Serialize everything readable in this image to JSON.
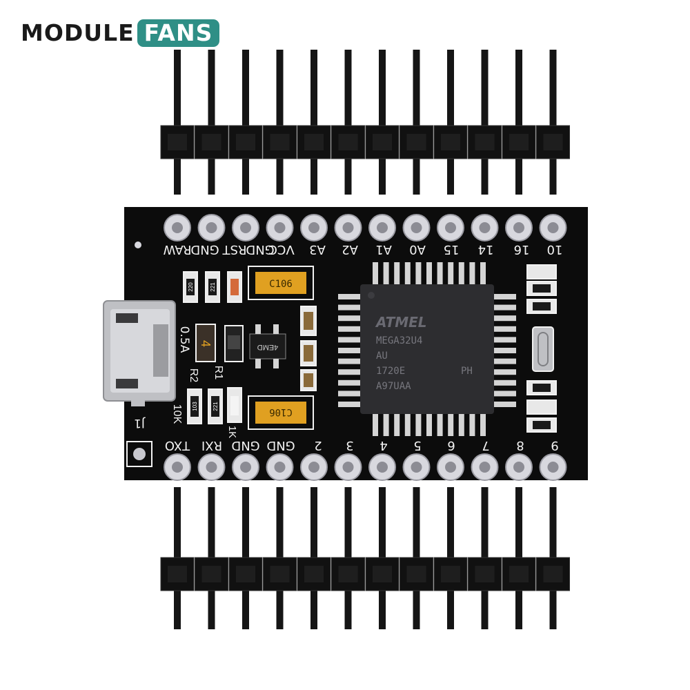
{
  "logo": {
    "word1": "MODULE",
    "word2": "FANS"
  },
  "colors": {
    "board": "#0c0c0c",
    "pad_ring": "#d8d8de",
    "silkscreen": "#f2f2f2",
    "header": "#111111",
    "pin": "#151515",
    "chip": "#2d2d30",
    "chip_lead": "#d4d4d4",
    "capacitor": "#e0a021",
    "usb": "#bfc0c4",
    "logo_teal": "#2f8f86"
  },
  "header_pin_count": 12,
  "top_labels": [
    "RAW",
    "GND",
    "RST",
    "GND",
    "VCC",
    "A3",
    "A2",
    "A1",
    "A0",
    "15",
    "14",
    "16",
    "10"
  ],
  "bottom_labels": [
    "TXO",
    "RXI",
    "GND",
    "GND",
    "2",
    "3",
    "4",
    "5",
    "6",
    "7",
    "8",
    "9"
  ],
  "chip": {
    "brand": "ATMEL",
    "lines": [
      "MEGA32U4",
      "AU",
      "1720E",
      "A97UAA"
    ],
    "suffix": "PH"
  },
  "components": {
    "cap_top": "C106",
    "cap_bottom": "C106",
    "fuse": "0.5A",
    "r2": "R2",
    "r2_value": "10K",
    "r1": "R1",
    "r1_value": "1K",
    "j1": "J1",
    "res_a": "220",
    "res_b": "221",
    "res_c": "103",
    "res_d": "221",
    "regulator": "4EMD",
    "fuse_mark": "4"
  }
}
